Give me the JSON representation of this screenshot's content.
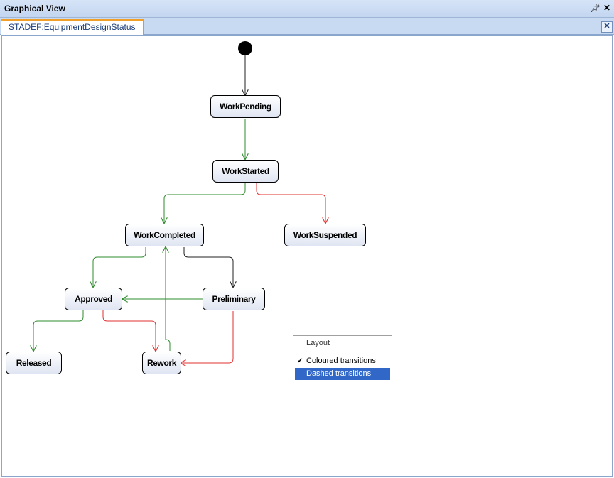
{
  "window": {
    "title": "Graphical View"
  },
  "tab": {
    "label": "STADEF:EquipmentDesignStatus"
  },
  "states": {
    "work_pending": "WorkPending",
    "work_started": "WorkStarted",
    "work_completed": "WorkCompleted",
    "work_suspended": "WorkSuspended",
    "approved": "Approved",
    "preliminary": "Preliminary",
    "released": "Released",
    "rework": "Rework"
  },
  "context_menu": {
    "layout": "Layout",
    "coloured_transitions": "Coloured transitions",
    "dashed_transitions": "Dashed transitions"
  },
  "colors": {
    "green": "#2e8b2e",
    "red": "#e03030",
    "black": "#202020",
    "highlight": "#3168c8"
  }
}
